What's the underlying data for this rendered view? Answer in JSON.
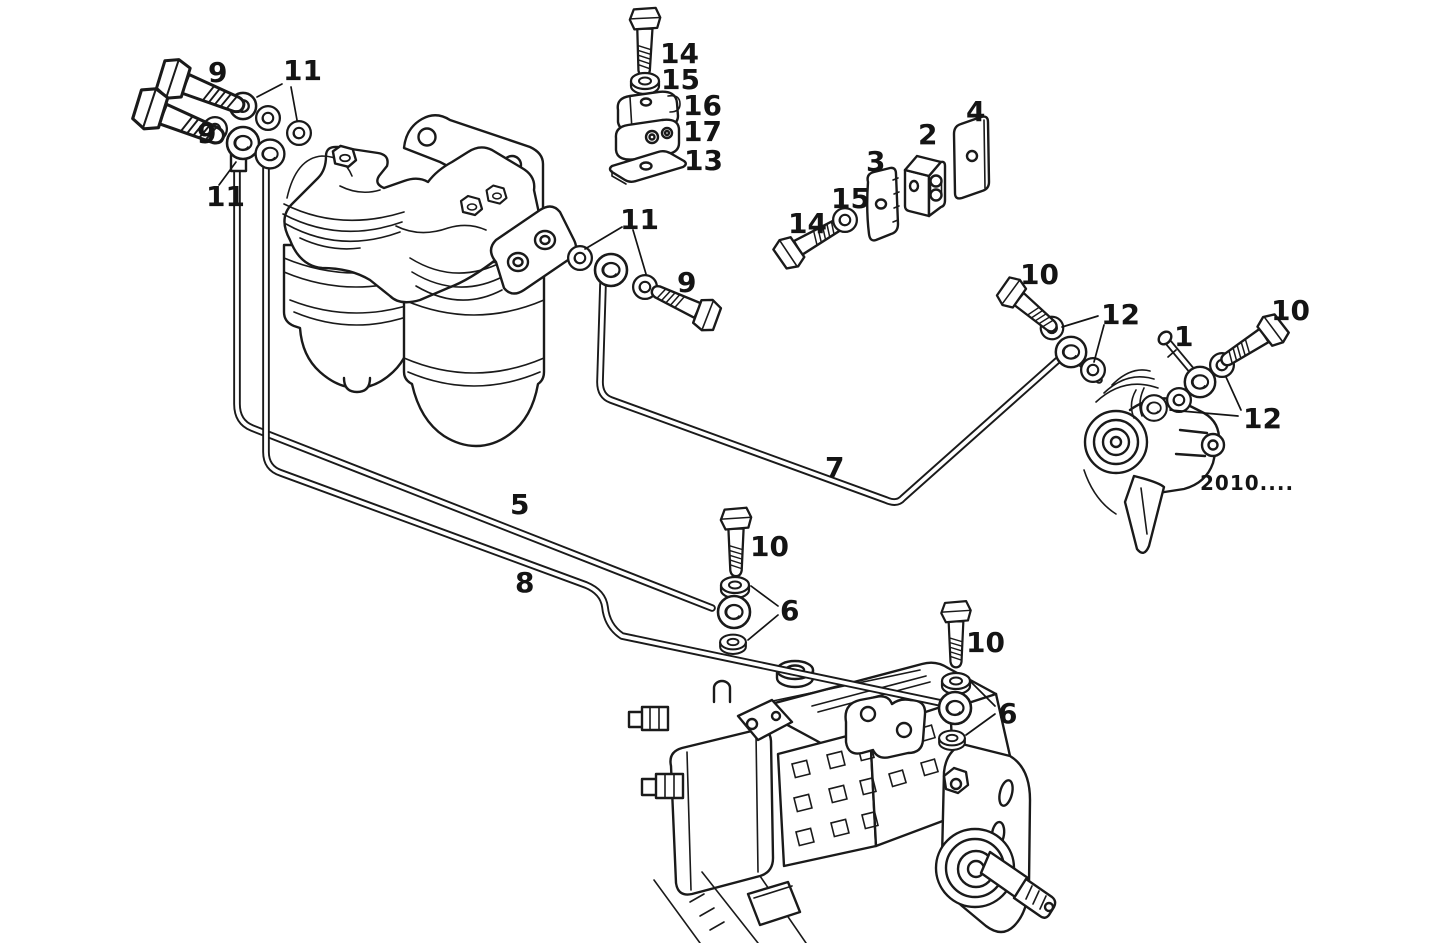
{
  "figure": {
    "kind": "exploded-parts-line-diagram",
    "background_color": "#ffffff",
    "line_color": "#1a1a1a",
    "variant_note": "2010...."
  },
  "callouts": {
    "c9a": "9",
    "c9b": "9",
    "c9c": "9",
    "c11a": "11",
    "c11b": "11",
    "c11c": "11",
    "c14a": "14",
    "c15a": "15",
    "c16": "16",
    "c17": "17",
    "c13": "13",
    "c3": "3",
    "c2": "2",
    "c4": "4",
    "c15b": "15",
    "c14b": "14",
    "c10a": "10",
    "c12a": "12",
    "c10b": "10",
    "c1": "1",
    "c12b": "12",
    "c7": "7",
    "c5": "5",
    "c8": "8",
    "c10c": "10",
    "c6a": "6",
    "c10d": "10",
    "c6b": "6",
    "variant": "2010...."
  }
}
